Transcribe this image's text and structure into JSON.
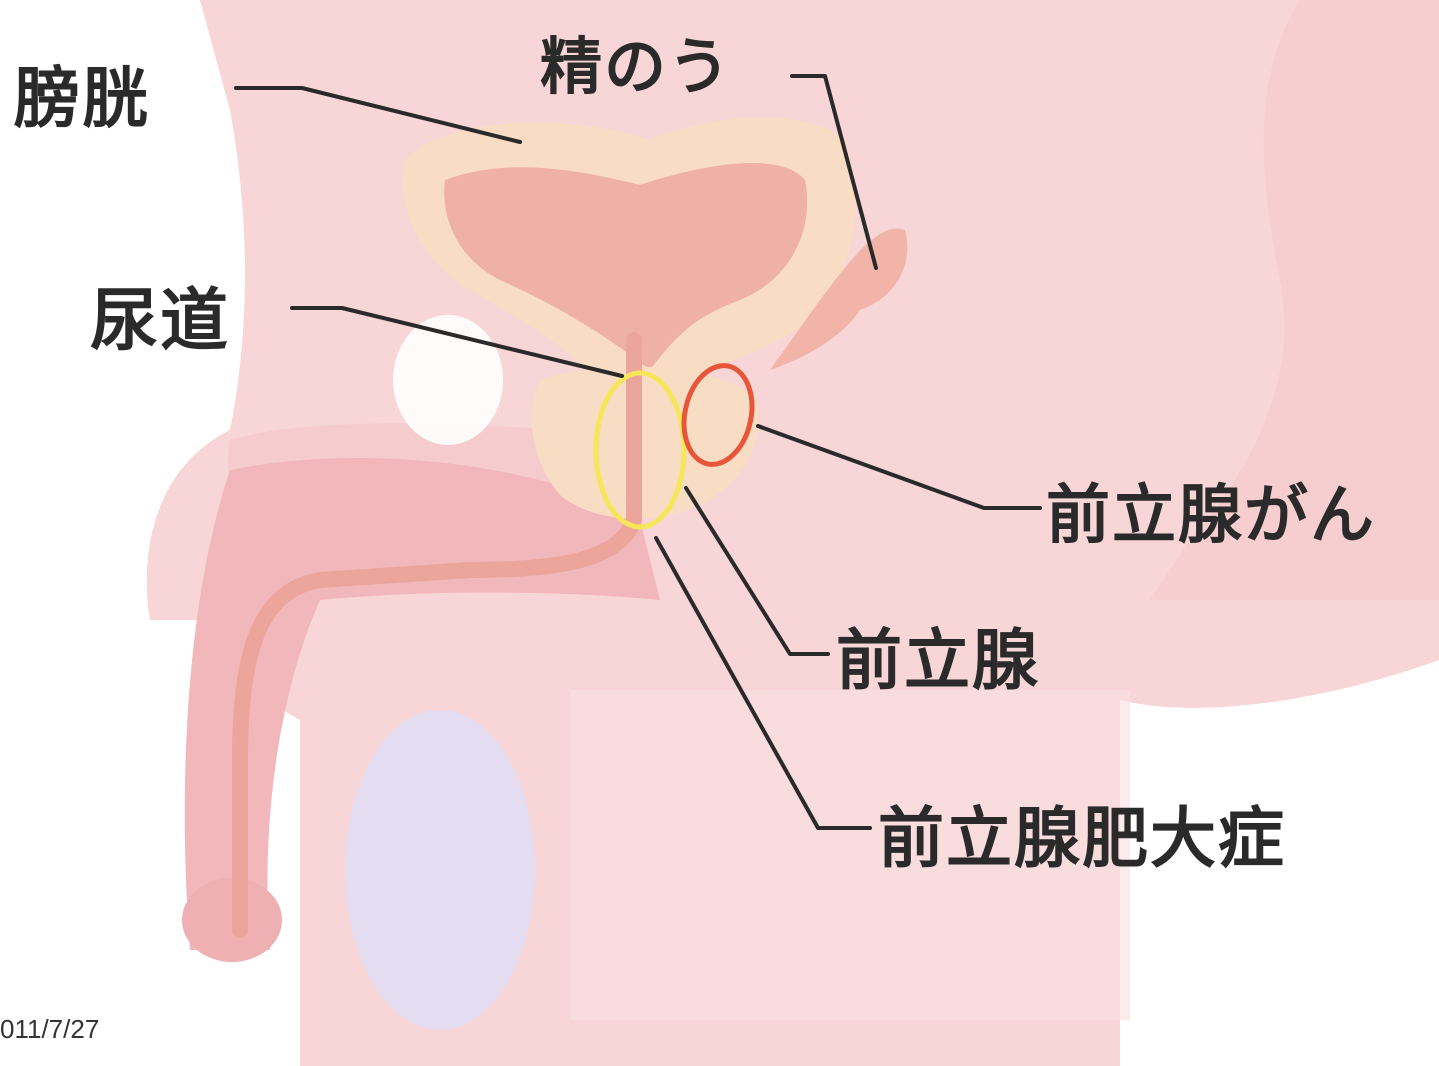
{
  "labels": {
    "bladder": "膀胱",
    "seminal_vesicle": "精のう",
    "urethra": "尿道",
    "prostate_cancer": "前立腺がん",
    "prostate": "前立腺",
    "bph": "前立腺肥大症"
  },
  "footer": {
    "date": "011/7/27"
  },
  "colors": {
    "body_skin": "#f8d5d6",
    "bladder_wall": "#f9dcc4",
    "bladder_lumen": "#eeb1a4",
    "urethra": "#eca59a",
    "testis": "#e4dcf0",
    "leader_line": "#2a2a2a",
    "bph_marker": "#f5e65a",
    "cancer_marker": "#e8563a"
  }
}
